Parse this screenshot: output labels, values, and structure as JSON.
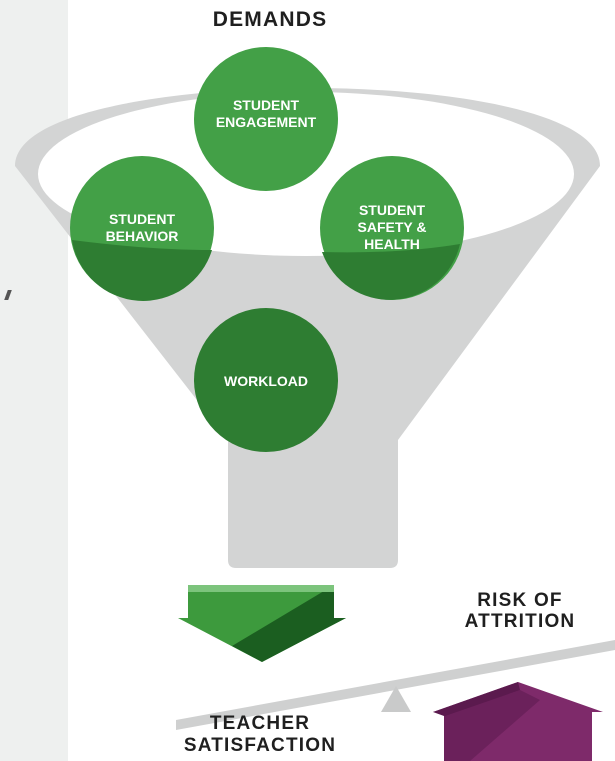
{
  "heading": "DEMANDS",
  "circles": {
    "engagement": "STUDENT\nENGAGEMENT",
    "behavior": "STUDENT\nBEHAVIOR",
    "safety": "STUDENT\nSAFETY &\nHEALTH",
    "workload": "WORKLOAD"
  },
  "scale": {
    "left_label": "TEACHER\nSATISFACTION",
    "right_label": "RISK OF\nATTRITION"
  },
  "colors": {
    "circle_green": "#43a047",
    "circle_dark_green": "#2e7d32",
    "funnel_gray": "#d3d4d4",
    "arrow_green": "#3d9a3d",
    "arrow_dark": "#1b5e20",
    "house_purple": "#7e2a6a",
    "house_dark": "#5b1a4e",
    "left_panel": "#eef0ef"
  }
}
